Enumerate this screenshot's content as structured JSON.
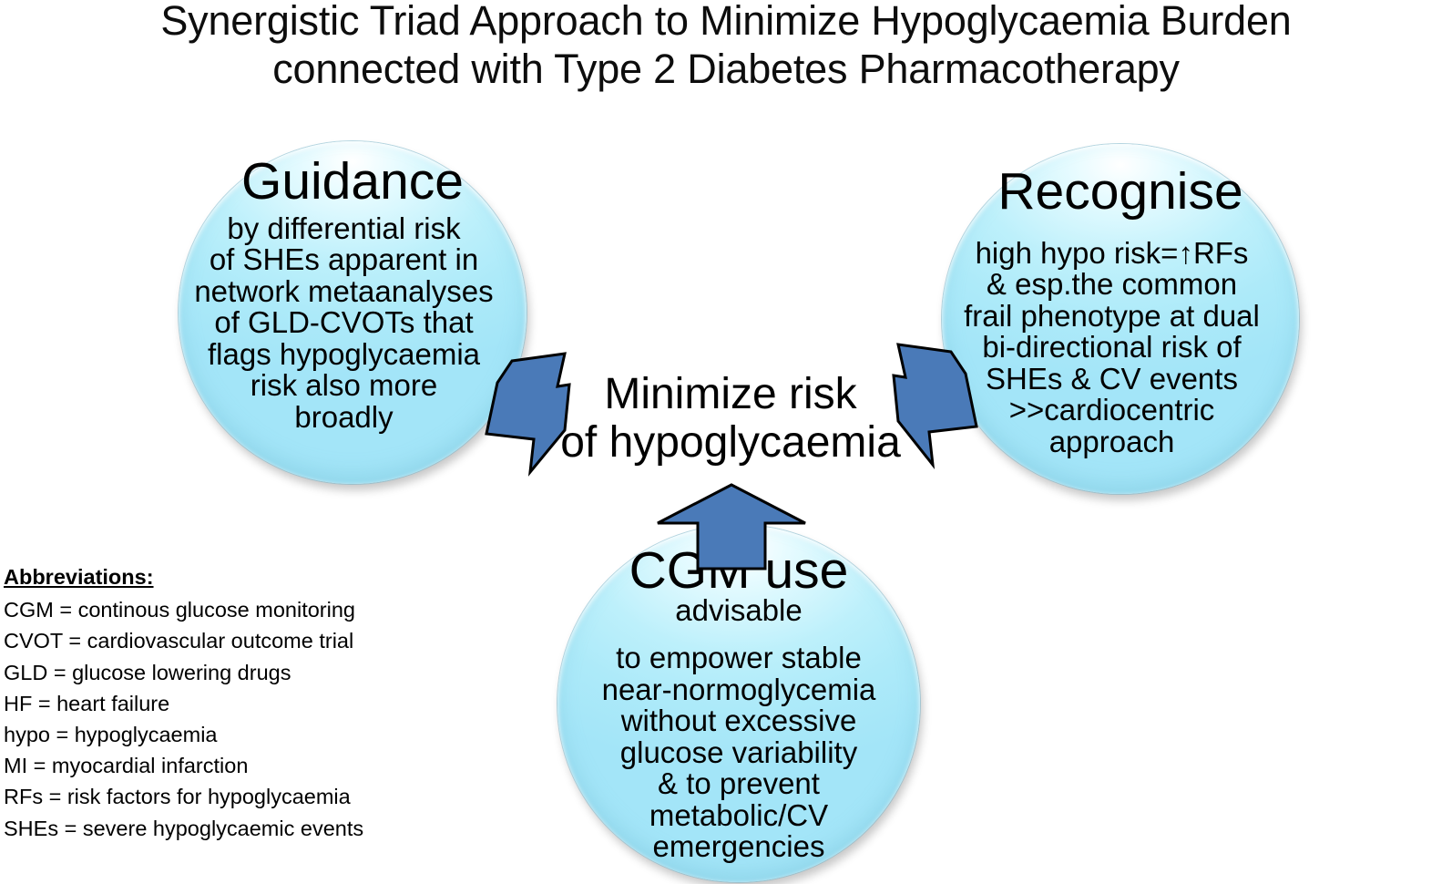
{
  "title": "Synergistic Triad Approach to Minimize Hypoglycaemia Burden\nconnected with Type 2 Diabetes Pharmacotherapy",
  "center": {
    "label": "Minimize risk\nof hypoglycaemia"
  },
  "colors": {
    "bubble_fill": "#b3ecfa",
    "bubble_highlight": "#e6fbff",
    "arrow_fill": "#4a7ab8",
    "arrow_stroke": "#000000",
    "text": "#000000",
    "background": "#ffffff"
  },
  "bubbles": [
    {
      "id": "guidance",
      "heading": "Guidance",
      "body": "by differential risk\nof SHEs apparent in\nnetwork metaanalyses\nof GLD-CVOTs that\nflags hypoglycaemia\nrisk also more\nbroadly"
    },
    {
      "id": "recognise",
      "heading": "Recognise",
      "body": "high hypo risk=↑RFs\n& esp.the common\nfrail phenotype at dual\nbi-directional risk of\nSHEs & CV events\n>>cardiocentric\napproach"
    },
    {
      "id": "cgm",
      "heading": "CGM use",
      "subheading": "advisable",
      "body": "to empower stable\nnear-normoglycemia\nwithout excessive\nglucose variability\n& to prevent\nmetabolic/CV\nemergencies"
    }
  ],
  "arrows": [
    {
      "id": "left",
      "name": "arrow-from-guidance-to-center",
      "direction": "right"
    },
    {
      "id": "right",
      "name": "arrow-from-recognise-to-center",
      "direction": "left"
    },
    {
      "id": "bottom",
      "name": "arrow-from-cgm-to-center",
      "direction": "up"
    }
  ],
  "abbreviations": {
    "title": "Abbreviations:",
    "items": [
      "CGM = continous glucose monitoring",
      "CVOT = cardiovascular outcome trial",
      "GLD = glucose lowering drugs",
      "HF = heart failure",
      "hypo = hypoglycaemia",
      "MI = myocardial infarction",
      "RFs = risk factors for hypoglycaemia",
      "SHEs = severe hypoglycaemic events"
    ]
  }
}
